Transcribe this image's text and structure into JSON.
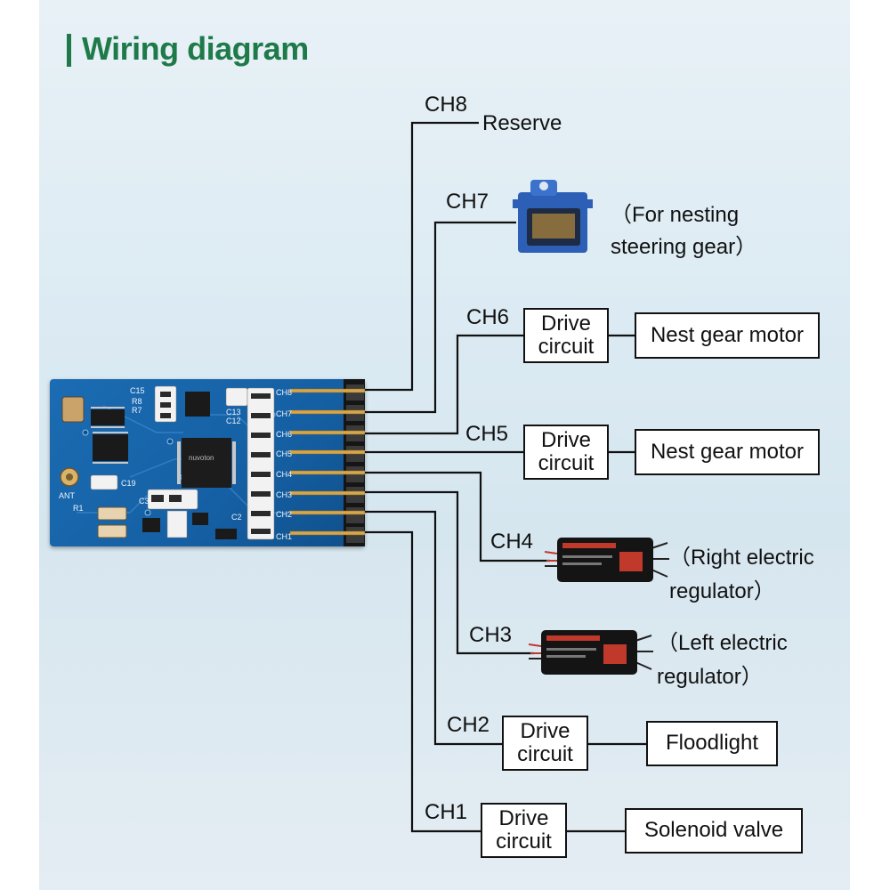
{
  "title": "Wiring diagram",
  "colors": {
    "title": "#1f7a4a",
    "pcb": "#1560a4",
    "line": "#111111"
  },
  "channels": {
    "ch8": {
      "id": "CH8",
      "label": "Reserve"
    },
    "ch7": {
      "id": "CH7",
      "note": "（For nesting\nsteering gear）",
      "icon": "servo-icon"
    },
    "ch6": {
      "id": "CH6",
      "drive": "Drive\ncircuit",
      "device": "Nest gear motor"
    },
    "ch5": {
      "id": "CH5",
      "drive": "Drive\ncircuit",
      "device": "Nest gear motor"
    },
    "ch4": {
      "id": "CH4",
      "note": "（Right electric\nregulator）",
      "icon": "esc-icon"
    },
    "ch3": {
      "id": "CH3",
      "note": "（Left electric\nregulator）",
      "icon": "esc-icon"
    },
    "ch2": {
      "id": "CH2",
      "drive": "Drive\ncircuit",
      "device": "Floodlight"
    },
    "ch1": {
      "id": "CH1",
      "drive": "Drive\ncircuit",
      "device": "Solenoid valve"
    }
  },
  "pcb": {
    "labels": [
      "C15",
      "R8",
      "R7",
      "C13",
      "C12",
      "CH8",
      "CH7",
      "CH6",
      "CH5",
      "CH4",
      "CH3",
      "CH2",
      "CH1",
      "ANT",
      "R1",
      "C19",
      "C3",
      "C2",
      "nuvoton"
    ]
  }
}
